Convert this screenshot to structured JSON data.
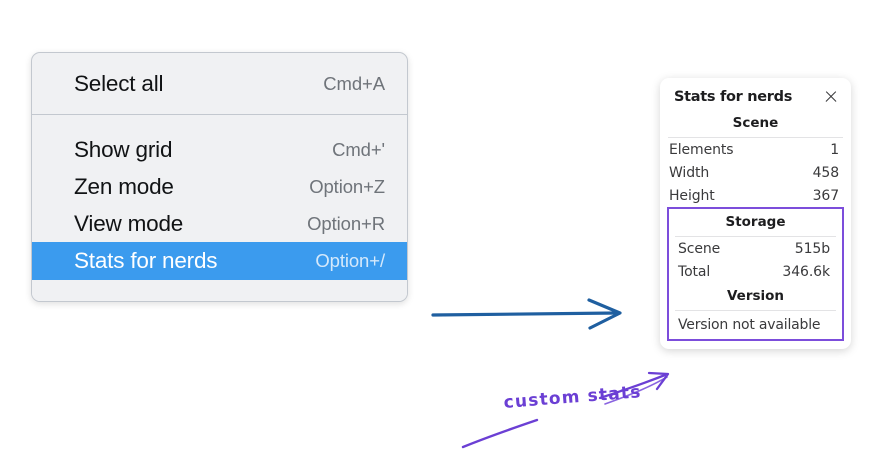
{
  "context_menu": {
    "name": "canvas-context-menu",
    "sections": [
      {
        "items": [
          {
            "label": "Select all",
            "shortcut": "Cmd+A",
            "selected": false
          }
        ]
      },
      {
        "items": [
          {
            "label": "Show grid",
            "shortcut": "Cmd+'",
            "selected": false
          },
          {
            "label": "Zen mode",
            "shortcut": "Option+Z",
            "selected": false
          },
          {
            "label": "View mode",
            "shortcut": "Option+R",
            "selected": false
          },
          {
            "label": "Stats for nerds",
            "shortcut": "Option+/",
            "selected": true
          }
        ]
      }
    ],
    "items_flat": {
      "select_all_label": "Select all",
      "select_all_shortcut": "Cmd+A",
      "show_grid_label": "Show grid",
      "show_grid_shortcut": "Cmd+'",
      "zen_mode_label": "Zen mode",
      "zen_mode_shortcut": "Option+Z",
      "view_mode_label": "View mode",
      "view_mode_shortcut": "Option+R",
      "stats_label": "Stats for nerds",
      "stats_shortcut": "Option+/"
    },
    "colors": {
      "background": "#f0f1f3",
      "border": "#c3c8cf",
      "highlight": "#3b9bee",
      "label": "#111315",
      "shortcut": "#6f747a"
    }
  },
  "stats_panel": {
    "title": "Stats for nerds",
    "close_icon": "close-icon",
    "scene": {
      "heading": "Scene",
      "rows": [
        {
          "key": "Elements",
          "value": "1"
        },
        {
          "key": "Width",
          "value": "458"
        },
        {
          "key": "Height",
          "value": "367"
        }
      ]
    },
    "storage": {
      "heading": "Storage",
      "rows": [
        {
          "key": "Scene",
          "value": "515b"
        },
        {
          "key": "Total",
          "value": "346.6k"
        }
      ]
    },
    "version": {
      "heading": "Version",
      "note": "Version not available"
    },
    "colors": {
      "panel_background": "#ffffff",
      "title": "#1d1d1f",
      "text": "#3a3a3c",
      "rule": "#e3e3e5",
      "custom_outline": "#7c4ddb"
    }
  },
  "annotations": {
    "flow_arrow": {
      "name": "blue-flow-arrow",
      "color": "#1f5fa0",
      "direction": "right"
    },
    "callout": {
      "text": "custom stats",
      "color": "#6b3fd4",
      "pointer_target": "version-section"
    }
  }
}
